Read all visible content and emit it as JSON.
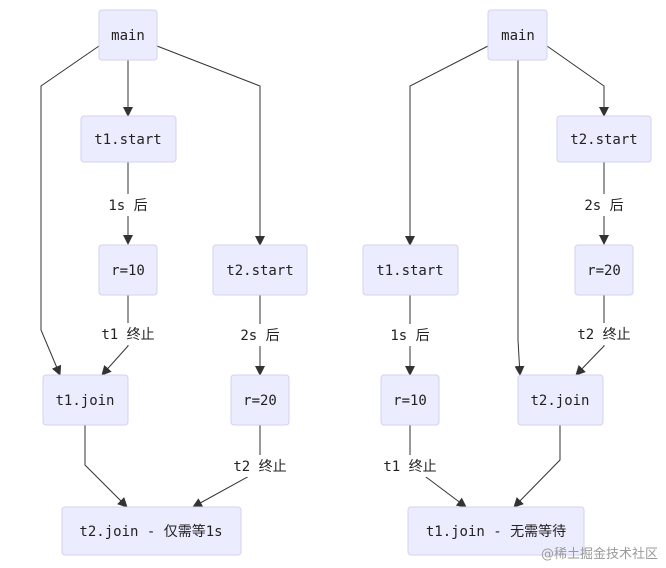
{
  "diagrams": [
    {
      "nodes": {
        "main": "main",
        "t1_start": "t1.start",
        "r10": "r=10",
        "t2_start": "t2.start",
        "t1_join": "t1.join",
        "r20": "r=20",
        "final": "t2.join - 仅需等1s"
      },
      "edge_labels": {
        "t1_start_to_r10": "1s 后",
        "r10_to_t1_join": "t1 终止",
        "t2_start_to_r20": "2s 后",
        "r20_to_final": "t2 终止"
      }
    },
    {
      "nodes": {
        "main": "main",
        "t1_start": "t1.start",
        "t2_start": "t2.start",
        "r20": "r=20",
        "r10": "r=10",
        "t2_join": "t2.join",
        "final": "t1.join - 无需等待"
      },
      "edge_labels": {
        "t2_start_to_r20": "2s 后",
        "r20_to_t2_join": "t2 终止",
        "t1_start_to_r10": "1s 后",
        "r10_to_final": "t1 终止"
      }
    }
  ],
  "watermark": "@稀土掘金技术社区"
}
